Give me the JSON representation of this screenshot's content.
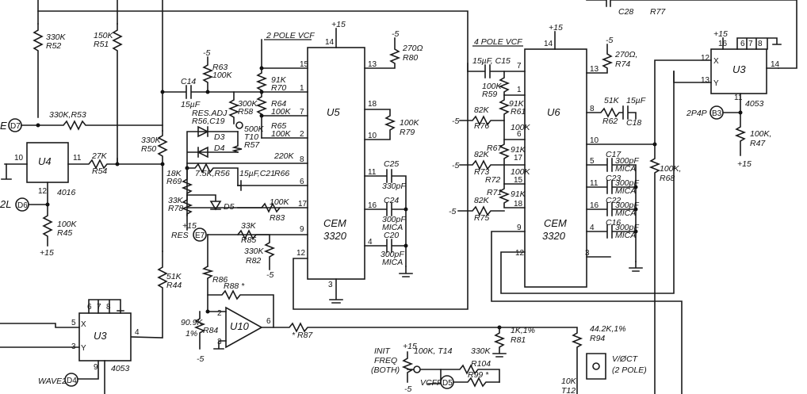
{
  "colors": {
    "ink": "#1a1a1a",
    "paper": "#ffffff"
  },
  "ics": {
    "u4": {
      "ref": "U4",
      "part": "4016"
    },
    "u3_bot": {
      "ref": "U3",
      "part": "4053"
    },
    "u3_top": {
      "ref": "U3",
      "part": "4053"
    },
    "u5": {
      "ref": "U5",
      "part_line1": "CEM",
      "part_line2": "3320"
    },
    "u6": {
      "ref": "U6",
      "part_line1": "CEM",
      "part_line2": "3320"
    },
    "u10": {
      "ref": "U10"
    }
  },
  "headings": {
    "two_pole": "2 POLE VCF",
    "four_pole": "4 POLE VCF"
  },
  "terminals": {
    "d7": "D7",
    "d6": "D6",
    "e7": "E7",
    "d4": "D4",
    "d5": "D5",
    "b3": "B3"
  },
  "labels": {
    "left_e": "E",
    "left_2l": "2L",
    "r53": "330K,R53",
    "r52": [
      "330K",
      "R52"
    ],
    "r51": [
      "150K",
      "R51"
    ],
    "r54": [
      "27K",
      "R54"
    ],
    "r45": [
      "100K",
      "R45"
    ],
    "u4_pin10": "10",
    "u4_pin11": "11",
    "u4_pin12": "12",
    "plus15": "+15",
    "minus5": "-5",
    "r50": [
      "330K",
      "R50"
    ],
    "r44": [
      "51K",
      "R44"
    ],
    "r63": [
      "R63",
      "100K"
    ],
    "c14": [
      "C14",
      "15µF"
    ],
    "r58": [
      "300K",
      "R58"
    ],
    "res_adj": [
      "RES.ADJ",
      "R56,C19"
    ],
    "t10": [
      "500K",
      "T10"
    ],
    "d3": "D3",
    "d4": "D4",
    "d5": "D5",
    "r57": "R57",
    "r70": [
      "91K",
      "R70"
    ],
    "r64": [
      "R64",
      "100K"
    ],
    "r65": [
      "R65",
      "100K"
    ],
    "r66": [
      "220K",
      "R66"
    ],
    "r69": [
      "18K",
      "R69"
    ],
    "r56": "7.5K,R56",
    "c21": "15µF,C21",
    "r78": [
      "33K",
      "R78"
    ],
    "r83": [
      "100K",
      "R83"
    ],
    "res_e7": "RES",
    "r85": [
      "33K",
      "R85"
    ],
    "r82": [
      "330K",
      "R82"
    ],
    "r86": "R86",
    "r88": "R88 *",
    "r84": [
      "90.9K",
      "R84",
      "1%"
    ],
    "r87": "* R87",
    "u10_pins": {
      "p2": "2",
      "p3": "3",
      "p6": "6"
    },
    "r80": [
      "270Ω",
      "R80"
    ],
    "r79": [
      "100K",
      "R79"
    ],
    "c25": [
      "C25",
      "330pF"
    ],
    "c24": [
      "C24",
      "300pF",
      "MICA"
    ],
    "c20": [
      "C20",
      "300pF",
      "MICA"
    ],
    "u5_pins": {
      "p14": "14",
      "p15": "15",
      "p1": "1",
      "p7": "7",
      "p2": "2",
      "p8": "8",
      "p6": "6",
      "p17": "17",
      "p9": "9",
      "p12": "12",
      "p13": "13",
      "p18": "18",
      "p10": "10",
      "p11": "11",
      "p16": "16",
      "p4": "4",
      "p3": "3"
    },
    "c15": "15µF, C15",
    "r59": [
      "100K",
      "R59"
    ],
    "r76": [
      "82K",
      "R76"
    ],
    "r61": [
      "91K",
      "R61"
    ],
    "r60": "100K",
    "r67": [
      "R67",
      "91K"
    ],
    "r73": [
      "82K",
      "R73"
    ],
    "r72": [
      "R72",
      "100K"
    ],
    "r71": [
      "R71",
      "91K"
    ],
    "r75": [
      "82K",
      "R75"
    ],
    "r74": [
      "270Ω,",
      "R74"
    ],
    "r62": [
      "51K",
      "R62"
    ],
    "c18": [
      "15µF",
      "C18"
    ],
    "c17": [
      "C17",
      "300pF",
      "MICA"
    ],
    "c23": [
      "C23",
      "300pF",
      "MICA"
    ],
    "c22": [
      "C22",
      "300pF",
      "MICA"
    ],
    "c16": [
      "C16",
      "300pF",
      "MICA"
    ],
    "r68": [
      "100K,",
      "R68"
    ],
    "u6_pins": {
      "p14": "14",
      "p7": "7",
      "p1": "1",
      "p6": "6",
      "p17": "17",
      "p15": "15",
      "p18": "18",
      "p9": "9",
      "p12": "12",
      "p13": "13",
      "p8": "8",
      "p10": "10",
      "p5": "5",
      "p11": "11",
      "p16": "16",
      "p4": "4",
      "p3": "3"
    },
    "c28": "C28",
    "r77": "R77",
    "u3_top_pins": {
      "p16": "16",
      "p6": "6",
      "p7": "7",
      "p8": "8",
      "p12": "12",
      "p13": "13",
      "p14": "14",
      "p11": "11",
      "x": "X",
      "y": "Y"
    },
    "u3_bot_pins": {
      "p5": "5",
      "p3": "3",
      "p4": "4",
      "p9": "9",
      "p6": "6",
      "p7": "7",
      "p8": "8",
      "x": "X",
      "y": "Y"
    },
    "wave2": "WAVE2",
    "b3_label": "2P4P",
    "r47": [
      "100K,",
      "R47"
    ],
    "r81": [
      "1K,1%",
      "R81"
    ],
    "r94": [
      "44.2K,1%",
      "R94"
    ],
    "init_freq": [
      "INIT",
      "FREQ",
      "(BOTH)"
    ],
    "t14": "100K, T14",
    "r104": [
      "330K",
      "R104"
    ],
    "r99": "R99 *",
    "vcfp": "VCFP",
    "t12": [
      "10K",
      "T12"
    ],
    "v_oct": [
      "V/ØCT",
      "(2 POLE)"
    ]
  }
}
